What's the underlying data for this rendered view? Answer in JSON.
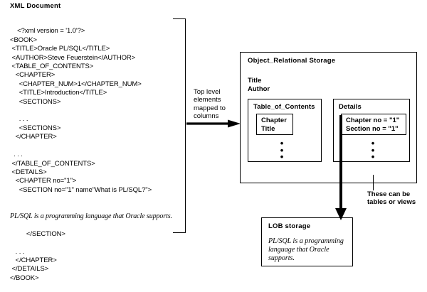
{
  "figure": {
    "xml_document": {
      "title": "XML Document",
      "code_lines": [
        "<?xml version = '1.0'?>",
        "<BOOK>",
        " <TITLE>Oracle PL/SQL</TITLE>",
        " <AUTHOR>Steve Feuerstein</AUTHOR>",
        " <TABLE_OF_CONTENTS>",
        "   <CHAPTER>",
        "     <CHAPTER_NUM>1</CHAPTER_NUM>",
        "     <TITLE>Introduction</TITLE>",
        "     <SECTIONS>",
        "",
        "     . . .",
        "     <SECTIONS>",
        "   </CHAPTER>",
        "",
        "  . . .",
        " </TABLE_OF_CONTENTS>",
        " <DETAILS>",
        "   <CHAPTER no=\"1\">",
        "     <SECTION no=\"1\" name\"What is PL/SQL?\">"
      ],
      "italic_body": "PL/SQL is a programming language that Oracle supports.",
      "code_lines_tail": [
        "     </SECTION>",
        "",
        "   . . .",
        "   </CHAPTER>",
        " </DETAILS>",
        "</BOOK>"
      ]
    },
    "mapping_note": "Top level elements mapped to columns",
    "object_relational_storage": {
      "title": "Object_Relational Storage",
      "columns": [
        "Title",
        "Author"
      ],
      "tables": [
        {
          "name": "Table_of_Contents",
          "row_fields": [
            "Chapter",
            "Title"
          ],
          "continuation": "•\n•\n•"
        },
        {
          "name": "Details",
          "row_fields": [
            "Chapter no = \"1\"",
            "Section no = \"1\""
          ],
          "continuation": "•\n•\n•"
        }
      ]
    },
    "tables_or_views_note": "These can be tables or views",
    "lob_storage": {
      "title": "LOB storage",
      "body": "PL/SQL is a programming language that Oracle supports."
    },
    "colors": {
      "stroke": "#000000",
      "background": "#ffffff"
    },
    "icons": {
      "mapping_arrow": "arrow-right-icon",
      "lob_arrow": "arrow-down-icon"
    }
  }
}
